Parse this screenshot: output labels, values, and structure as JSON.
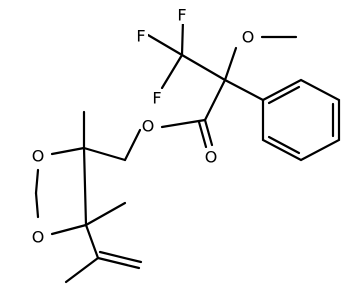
{
  "structure": {
    "atoms": {
      "F1": "F",
      "F2": "F",
      "F3": "F",
      "O_methoxy": "O",
      "O_ester": "O",
      "O_carbonyl": "O",
      "O_ring_upper": "O",
      "O_ring_lower": "O"
    }
  }
}
